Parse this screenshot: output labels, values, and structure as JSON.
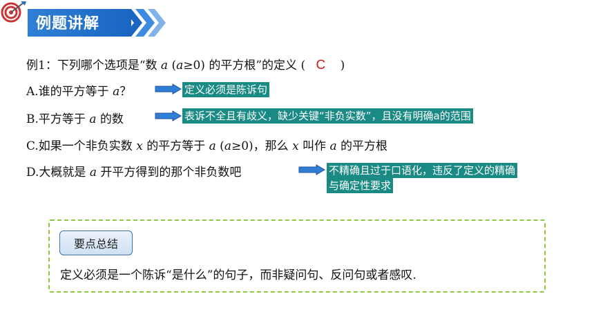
{
  "header": {
    "title": "例题讲解"
  },
  "question": {
    "prefix": "例1：下列哪个选项是“数 ",
    "var_a1": "a",
    "mid1": " (",
    "var_a2": "a",
    "mid2": "≥0) 的平方根”的定义 (",
    "answer": "C",
    "suffix": ")"
  },
  "options": {
    "a": {
      "text": "A.谁的平方等于 ",
      "var": "a",
      "end": "？",
      "note": "定义必须是陈诉句"
    },
    "b": {
      "text": "B.平方等于 ",
      "var": "a",
      "end": " 的数",
      "note": "表诉不全且有歧义，缺少关键“非负实数”，且没有明确a的范围"
    },
    "c": {
      "p1": "C.如果一个非负实数 ",
      "x1": "x",
      "p2": " 的平方等于 ",
      "a1": "a",
      "p3": " (",
      "a2": "a",
      "p4": "≥0)，那么 ",
      "x2": "x",
      "p5": " 叫作 ",
      "a3": "a",
      "p6": " 的平方根"
    },
    "d": {
      "p1": "D.大概就是 ",
      "var": "a",
      "p2": " 开平方得到的那个非负数吧",
      "note_line1": "不精确且过于口语化，违反了定义的精确",
      "note_line2": "与确定性要求"
    }
  },
  "summary": {
    "label": "要点总结",
    "text": "定义必须是一个陈诉“是什么”的句子，而非疑问句、反问句或者感叹."
  },
  "colors": {
    "accent": "#1a66c2",
    "tag": "#1a8a85",
    "answer": "#d01818",
    "dash": "#8ec63f"
  },
  "icons": [
    "target-icon",
    "chevron-right-icon",
    "arrow-right-icon"
  ]
}
